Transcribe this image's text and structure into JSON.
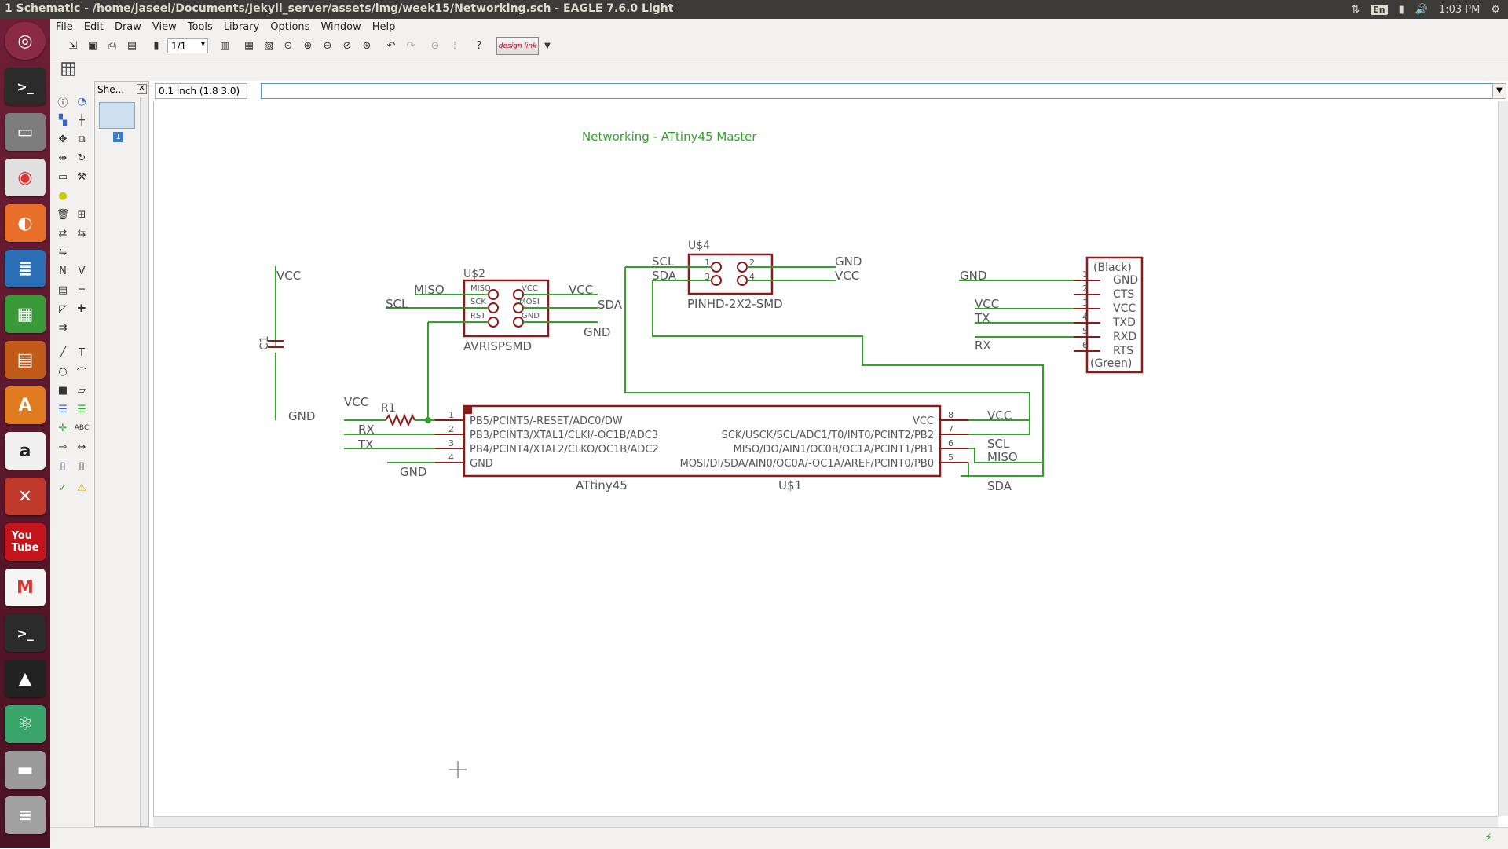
{
  "window": {
    "title": "1 Schematic - /home/jaseel/Documents/Jekyll_server/assets/img/week15/Networking.sch - EAGLE 7.6.0 Light"
  },
  "indicators": {
    "lang": "En",
    "time": "1:03 PM"
  },
  "menu": [
    "File",
    "Edit",
    "Draw",
    "View",
    "Tools",
    "Library",
    "Options",
    "Window",
    "Help"
  ],
  "toolbar": {
    "sheet_select": "1/1",
    "design_link": "design link"
  },
  "sheets_panel": {
    "title": "She...",
    "sheet_number": "1"
  },
  "command_bar": {
    "coord": "0.1 inch (1.8 3.0)",
    "input_value": ""
  },
  "launcher_icons": [
    "ubuntu-dash-icon",
    "terminal-icon",
    "files-icon",
    "chrome-icon",
    "firefox-icon",
    "writer-icon",
    "calc-icon",
    "impress-icon",
    "software-center-icon",
    "amazon-icon",
    "settings-icon",
    "youtube-icon",
    "gmail-icon",
    "terminal2-icon",
    "inkscape-icon",
    "atom-icon",
    "drive-icon",
    "trash-icon"
  ],
  "colors": {
    "net": "#33a02c",
    "part": "#8b1a1a",
    "text_part": "#555555",
    "launcher_top": "#6e1e36"
  },
  "schematic": {
    "title": "Networking - ATtiny45 Master",
    "u2": {
      "name": "U$2",
      "value": "AVRISPSMD",
      "pins_left": [
        "MISO",
        "SCK",
        "RST"
      ],
      "pins_right": [
        "VCC",
        "MOSI",
        "GND"
      ],
      "net_labels": {
        "miso": "MISO",
        "scl": "SCL",
        "vcc": "VCC",
        "sda": "SDA",
        "gnd": "GND"
      }
    },
    "u4": {
      "name": "U$4",
      "value": "PINHD-2X2-SMD",
      "pin_nums": [
        "1",
        "2",
        "3",
        "4"
      ],
      "net_labels": {
        "scl": "SCL",
        "sda": "SDA",
        "gnd": "GND",
        "vcc": "VCC"
      }
    },
    "ftdi": {
      "top": "(Black)",
      "bottom": "(Green)",
      "pins": [
        "GND",
        "CTS",
        "VCC",
        "TXD",
        "RXD",
        "RTS"
      ],
      "pin_nums": [
        "1",
        "2",
        "3",
        "4",
        "5",
        "6"
      ],
      "net_labels": {
        "gnd": "GND",
        "vcc": "VCC",
        "tx": "TX",
        "rx": "RX"
      }
    },
    "c1": {
      "name": "C1",
      "vcc": "VCC",
      "gnd": "GND"
    },
    "r1": {
      "name": "R1",
      "vcc": "VCC"
    },
    "u1": {
      "value": "ATtiny45",
      "name": "U$1",
      "pins_left": [
        "PB5/PCINT5/-RESET/ADC0/DW",
        "PB3/PCINT3/XTAL1/CLKI/-OC1B/ADC3",
        "PB4/PCINT4/XTAL2/CLKO/OC1B/ADC2",
        "GND"
      ],
      "pins_left_nums": [
        "1",
        "2",
        "3",
        "4"
      ],
      "pins_right": [
        "VCC",
        "SCK/USCK/SCL/ADC1/T0/INT0/PCINT2/PB2",
        "MISO/DO/AIN1/OC0B/OC1A/PCINT1/PB1",
        "MOSI/DI/SDA/AIN0/OC0A/-OC1A/AREF/PCINT0/PB0"
      ],
      "pins_right_nums": [
        "8",
        "7",
        "6",
        "5"
      ],
      "net_labels": {
        "rx": "RX",
        "tx": "TX",
        "gnd": "GND",
        "vcc": "VCC",
        "scl": "SCL",
        "miso": "MISO",
        "sda": "SDA"
      }
    }
  }
}
